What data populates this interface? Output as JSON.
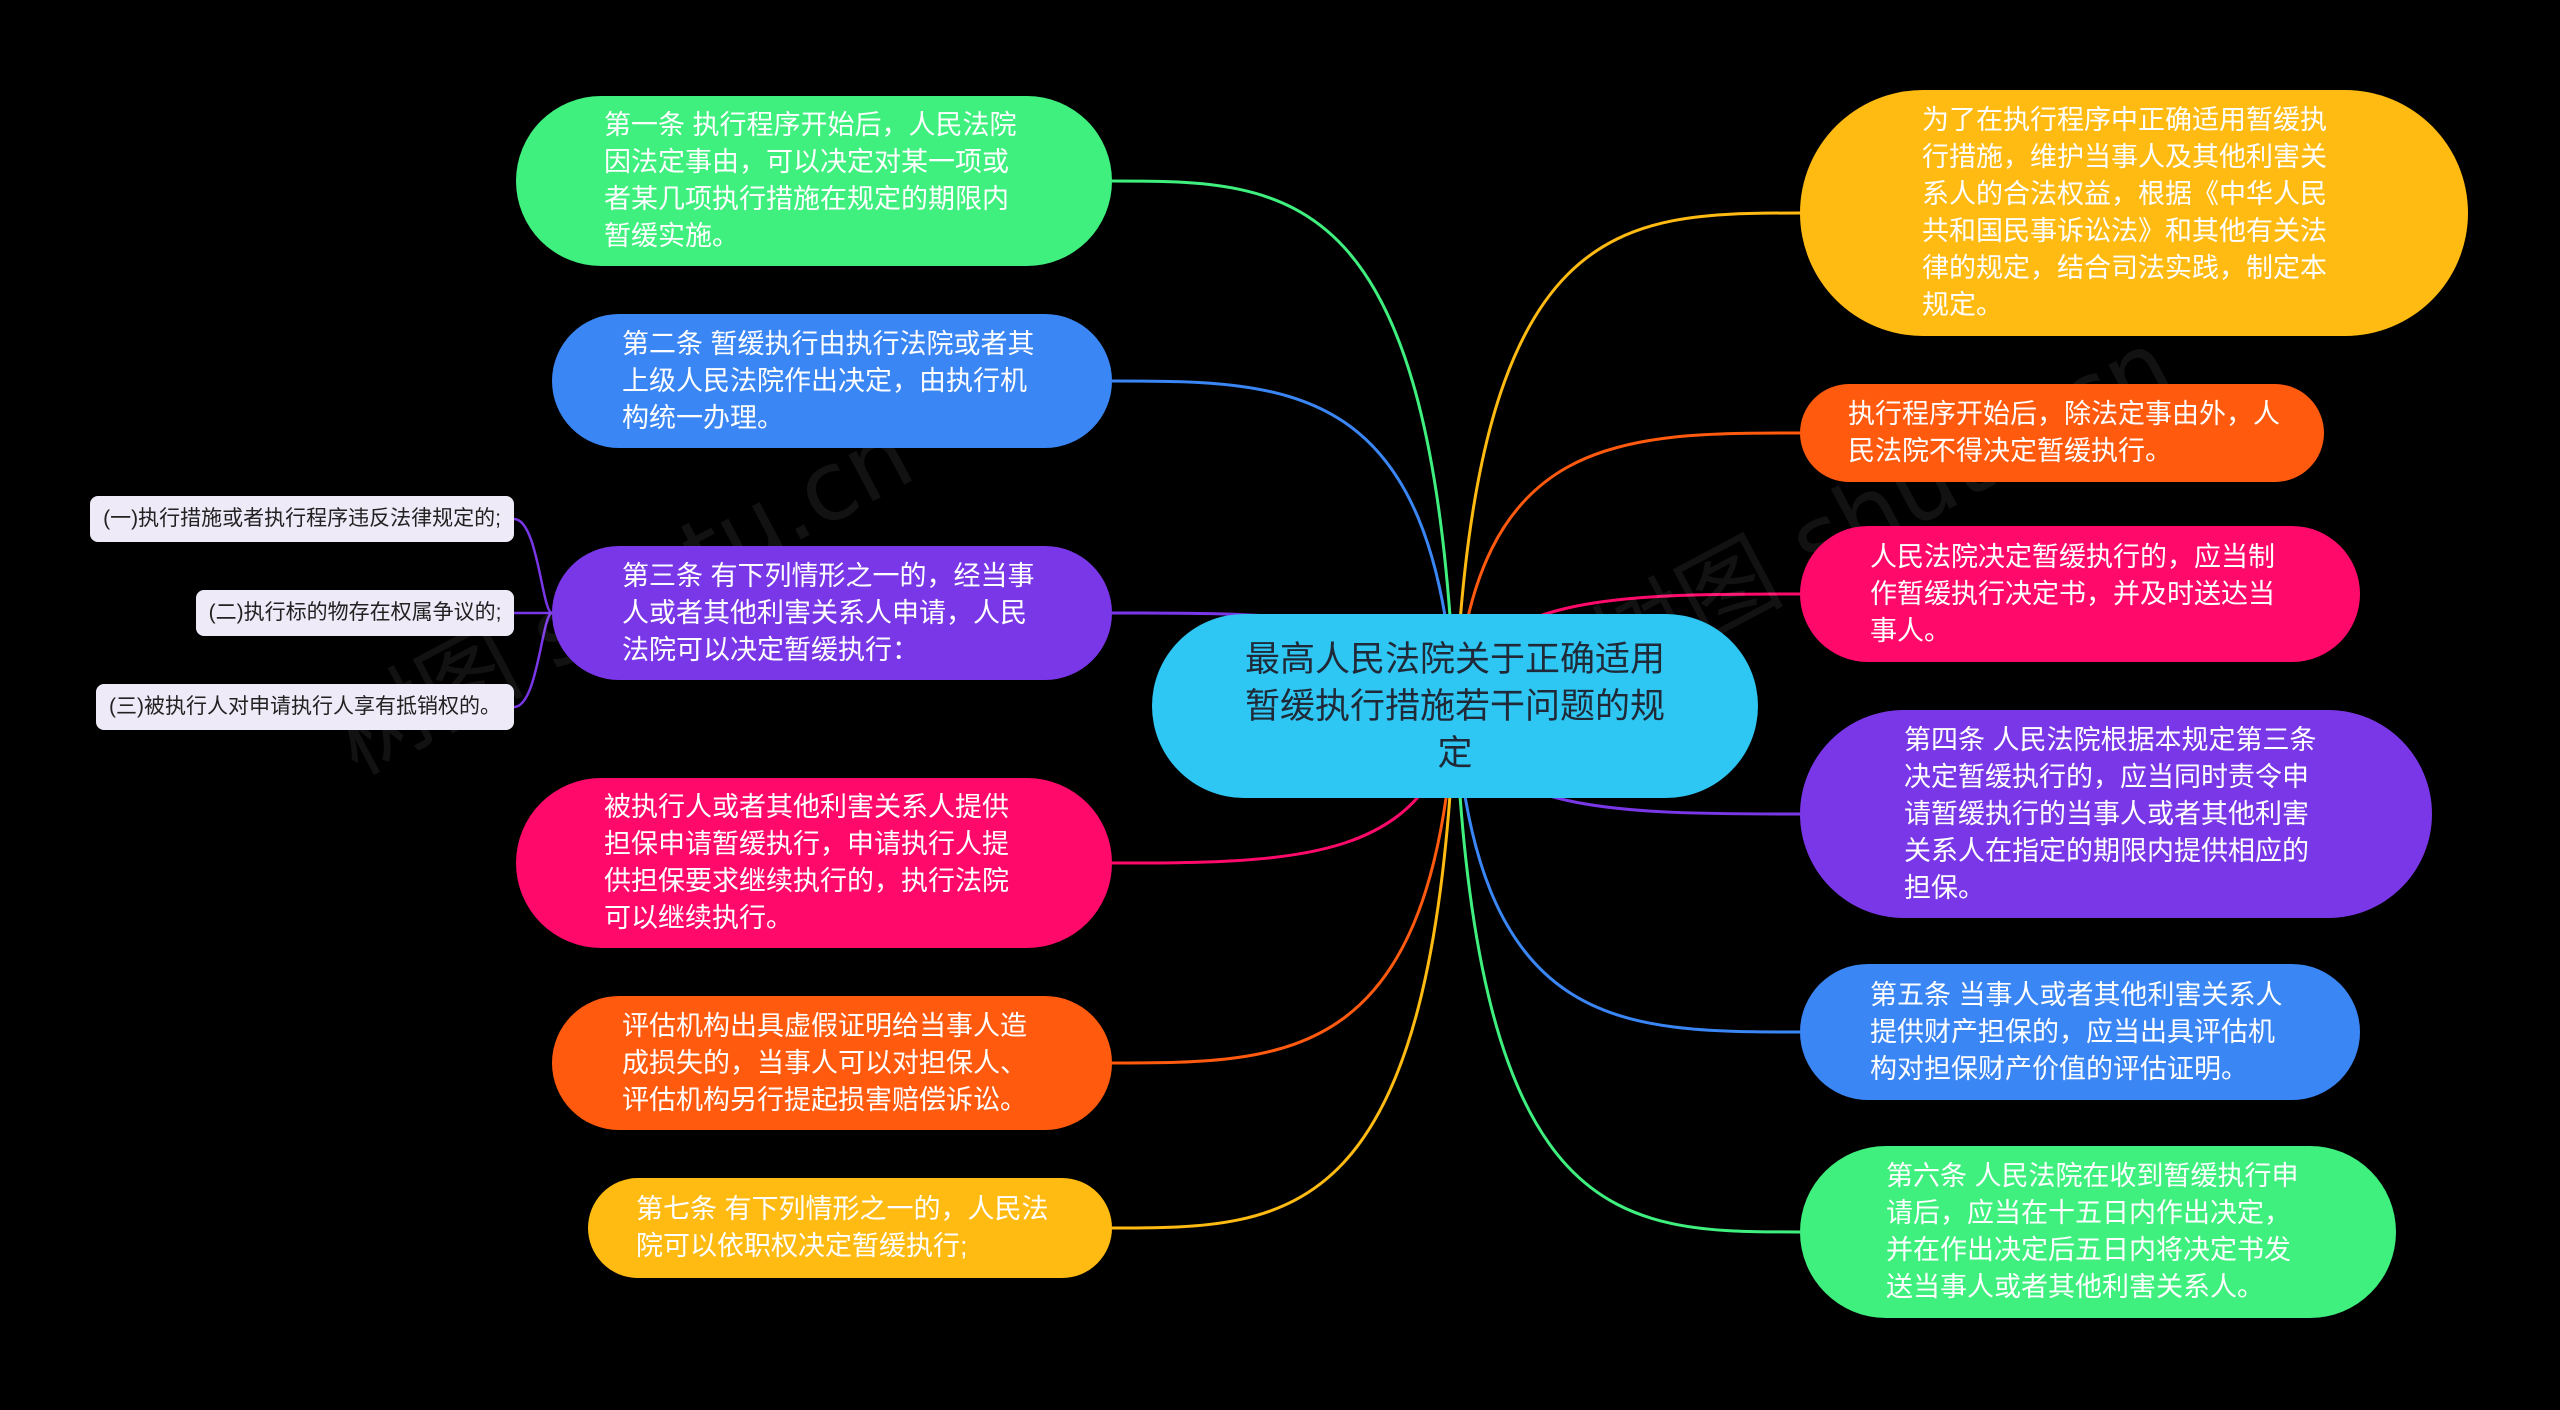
{
  "center": {
    "text": "最高人民法院关于正确适用暂缓执行措施若干问题的规定",
    "color": "#2ec6f2"
  },
  "left_nodes": [
    {
      "id": "l1",
      "text": "第一条 执行程序开始后，人民法院因法定事由，可以决定对某一项或者某几项执行措施在规定的期限内暂缓实施。",
      "color": "#3ff07e"
    },
    {
      "id": "l2",
      "text": "第二条 暂缓执行由执行法院或者其上级人民法院作出决定，由执行机构统一办理。",
      "color": "#3a86f5"
    },
    {
      "id": "l3",
      "text": "第三条 有下列情形之一的，经当事人或者其他利害关系人申请，人民法院可以决定暂缓执行：",
      "color": "#7a37e8"
    },
    {
      "id": "l4",
      "text": "被执行人或者其他利害关系人提供担保申请暂缓执行，申请执行人提供担保要求继续执行的，执行法院可以继续执行。",
      "color": "#ff0a6a"
    },
    {
      "id": "l5",
      "text": "评估机构出具虚假证明给当事人造成损失的，当事人可以对担保人、评估机构另行提起损害赔偿诉讼。",
      "color": "#ff5a0e"
    },
    {
      "id": "l6",
      "text": "第七条 有下列情形之一的，人民法院可以依职权决定暂缓执行;",
      "color": "#ffbb12"
    }
  ],
  "sub_nodes": [
    {
      "id": "s1",
      "text": "(一)执行措施或者执行程序违反法律规定的;"
    },
    {
      "id": "s2",
      "text": "(二)执行标的物存在权属争议的;"
    },
    {
      "id": "s3",
      "text": "(三)被执行人对申请执行人享有抵销权的。"
    }
  ],
  "right_nodes": [
    {
      "id": "r1",
      "text": "为了在执行程序中正确适用暂缓执行措施，维护当事人及其他利害关系人的合法权益，根据《中华人民共和国民事诉讼法》和其他有关法律的规定，结合司法实践，制定本规定。",
      "color": "#ffbb12"
    },
    {
      "id": "r2",
      "text": "执行程序开始后，除法定事由外，人民法院不得决定暂缓执行。",
      "color": "#ff5a0e"
    },
    {
      "id": "r3",
      "text": "人民法院决定暂缓执行的，应当制作暂缓执行决定书，并及时送达当事人。",
      "color": "#ff0a6a"
    },
    {
      "id": "r4",
      "text": "第四条 人民法院根据本规定第三条决定暂缓执行的，应当同时责令申请暂缓执行的当事人或者其他利害关系人在指定的期限内提供相应的担保。",
      "color": "#7a37e8"
    },
    {
      "id": "r5",
      "text": "第五条 当事人或者其他利害关系人提供财产担保的，应当出具评估机构对担保财产价值的评估证明。",
      "color": "#3a86f5"
    },
    {
      "id": "r6",
      "text": "第六条 人民法院在收到暂缓执行申请后，应当在十五日内作出决定，并在作出决定后五日内将决定书发送当事人或者其他利害关系人。",
      "color": "#3ff07e"
    }
  ],
  "watermark": "树图 shutu.cn"
}
